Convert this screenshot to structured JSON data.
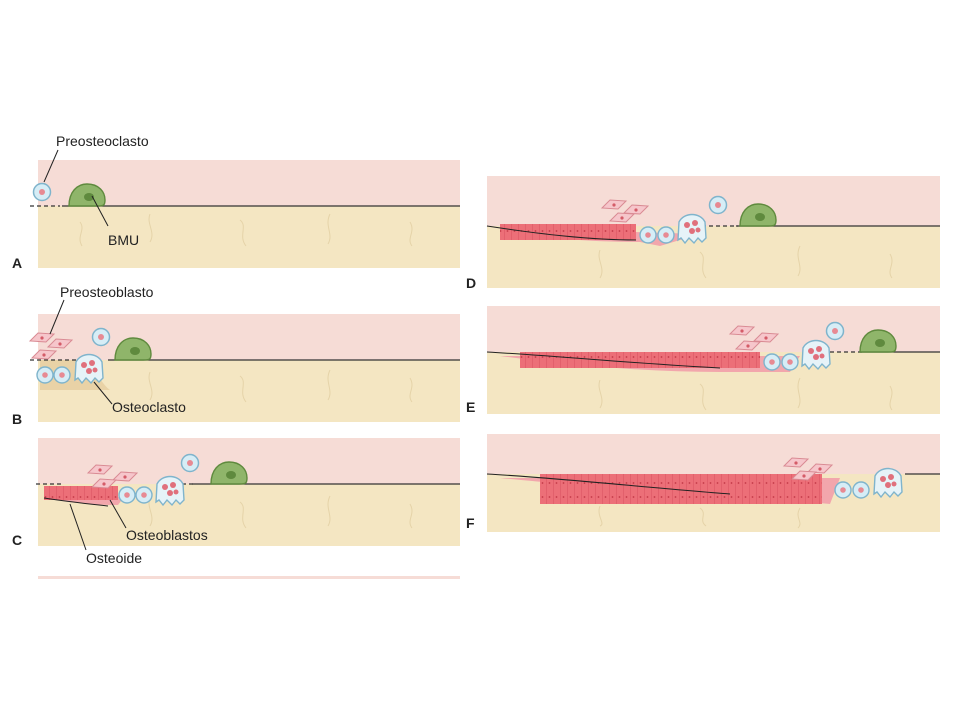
{
  "panels": [
    {
      "id": "A",
      "letter": "A"
    },
    {
      "id": "B",
      "letter": "B"
    },
    {
      "id": "C",
      "letter": "C"
    },
    {
      "id": "D",
      "letter": "D"
    },
    {
      "id": "E",
      "letter": "E"
    },
    {
      "id": "F",
      "letter": "F"
    }
  ],
  "labels": {
    "preosteoclasto": "Preosteoclasto",
    "bmu": "BMU",
    "preosteoblasto": "Preosteoblasto",
    "osteoclasto": "Osteoclasto",
    "osteoblastos": "Osteoblastos",
    "osteoide": "Osteoide"
  },
  "colors": {
    "marrow": "#f6dcd6",
    "bone": "#f4e6c2",
    "osteoid": "#ec6f78",
    "preosteoclast": "#cde9f3",
    "bmu": "#8fb56a",
    "preosteoblast": "#f4b8bd"
  }
}
